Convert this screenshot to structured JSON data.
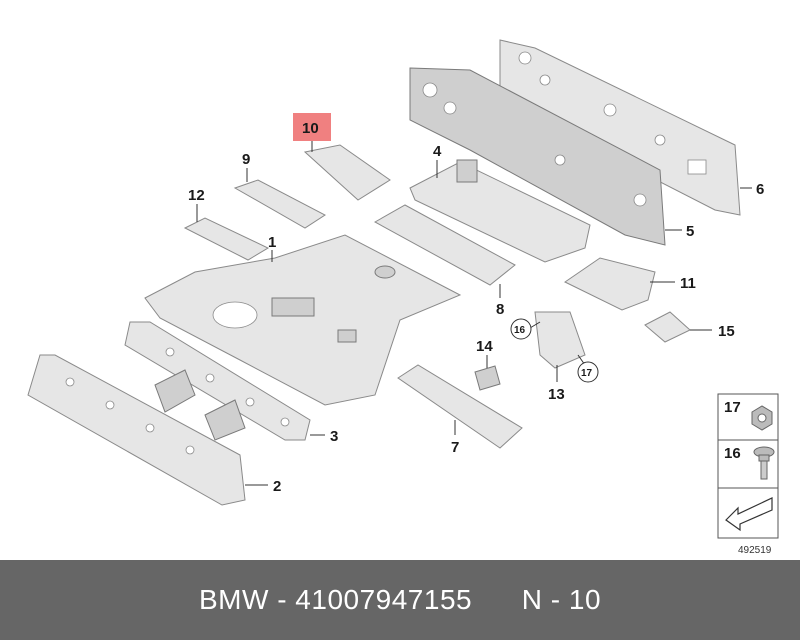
{
  "callouts": {
    "c1": "1",
    "c2": "2",
    "c3": "3",
    "c4": "4",
    "c5": "5",
    "c6": "6",
    "c7": "7",
    "c8": "8",
    "c9": "9",
    "c10": "10",
    "c11": "11",
    "c12": "12",
    "c13": "13",
    "c14": "14",
    "c15": "15",
    "c16": "16",
    "c17": "17"
  },
  "highlight_color": "#f08080",
  "hardware": {
    "nut": "17",
    "bolt": "16"
  },
  "reference_number": "492519",
  "footer": {
    "text": "BMW - 41007947155      N - 10"
  }
}
